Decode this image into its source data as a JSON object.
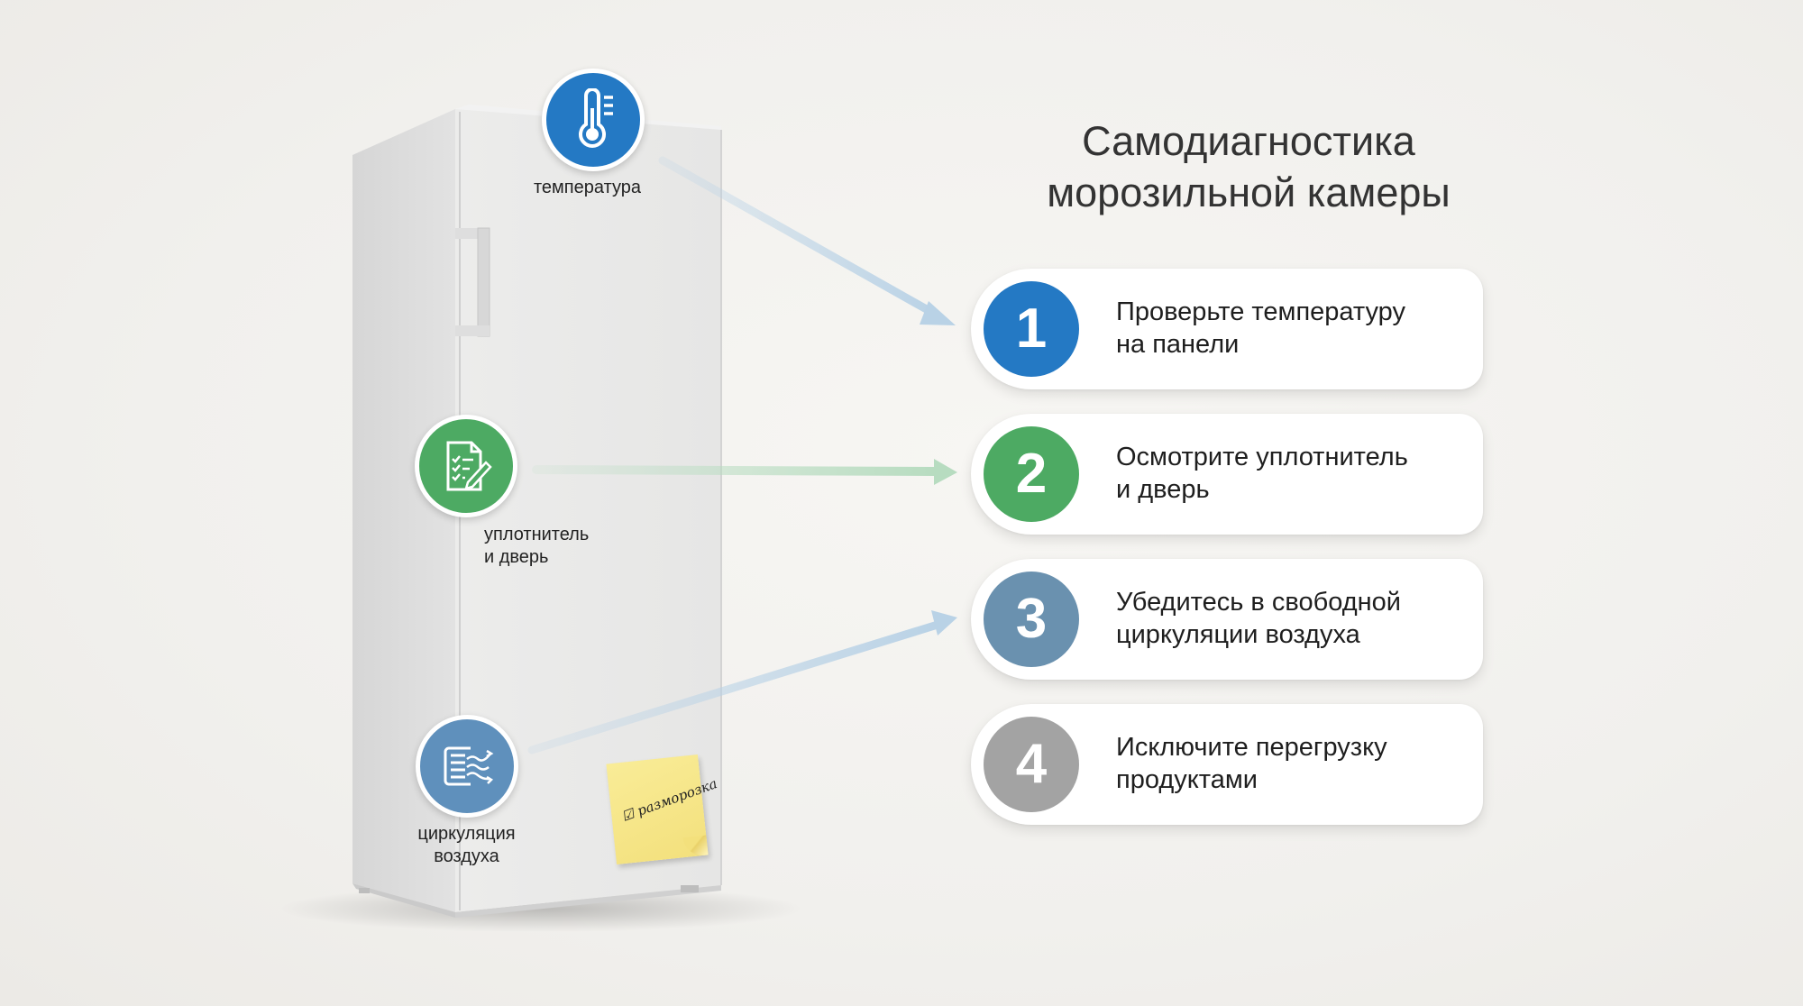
{
  "title": {
    "line1": "Самодиагностика",
    "line2": "морозильной камеры"
  },
  "steps": [
    {
      "number": "1",
      "line1": "Проверьте температуру",
      "line2": "на панели",
      "color": "#2479c4"
    },
    {
      "number": "2",
      "line1": "Осмотрите уплотнитель",
      "line2": "и дверь",
      "color": "#4daa63"
    },
    {
      "number": "3",
      "line1": "Убедитесь в свободной",
      "line2": "циркуляции воздуха",
      "color": "#6a91af"
    },
    {
      "number": "4",
      "line1": "Исключите перегрузку",
      "line2": "продуктами",
      "color": "#a3a3a3"
    }
  ],
  "fridge_markers": [
    {
      "icon": "thermometer-icon",
      "label_line1": "температура",
      "label_line2": "",
      "color": "#2479c4"
    },
    {
      "icon": "checklist-pencil-icon",
      "label_line1": "уплотнитель",
      "label_line2": "и дверь",
      "color": "#4daa63"
    },
    {
      "icon": "airflow-document-icon",
      "label_line1": "циркуляция",
      "label_line2": "воздуха",
      "color": "#5f90bc"
    }
  ],
  "sticky_note": {
    "checkbox": "☑",
    "text": "разморозка",
    "color": "#f6e68a"
  },
  "arrow_colors": {
    "blue": "#b9d2e6",
    "green": "#b7dcc0"
  }
}
